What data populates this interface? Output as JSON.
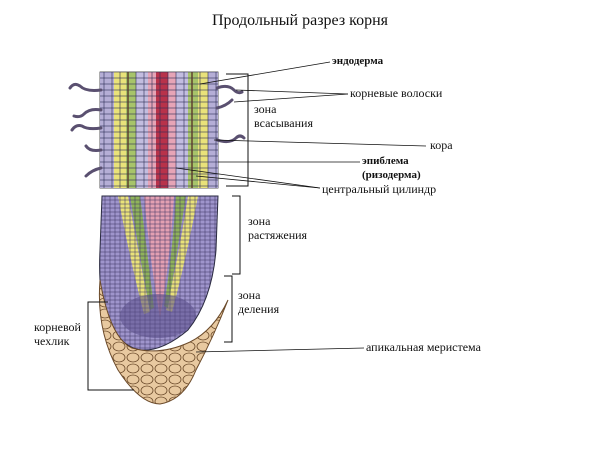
{
  "title": "Продольный разрез корня",
  "labels": {
    "endoderm": "эндодерма",
    "root_hairs": "корневые  волоски",
    "absorption_zone_1": "зона",
    "absorption_zone_2": "всасывания",
    "cortex": "кора",
    "epiblema_1": "эпиблема",
    "epiblema_2": "(ризодерма)",
    "central_cylinder": "центральный цилиндр",
    "elongation_zone_1": "зона",
    "elongation_zone_2": "растяжения",
    "division_zone_1": "зона",
    "division_zone_2": "деления",
    "root_cap_1": "корневой",
    "root_cap_2": "чехлик",
    "apical_meristem": "апикальная меристема"
  },
  "colors": {
    "purple": "#7d6fb0",
    "yellow": "#e4d46a",
    "green": "#8fb35a",
    "pink": "#d98aa0",
    "red": "#b8324a",
    "cap": "#e8c9a0",
    "line": "#222222"
  }
}
